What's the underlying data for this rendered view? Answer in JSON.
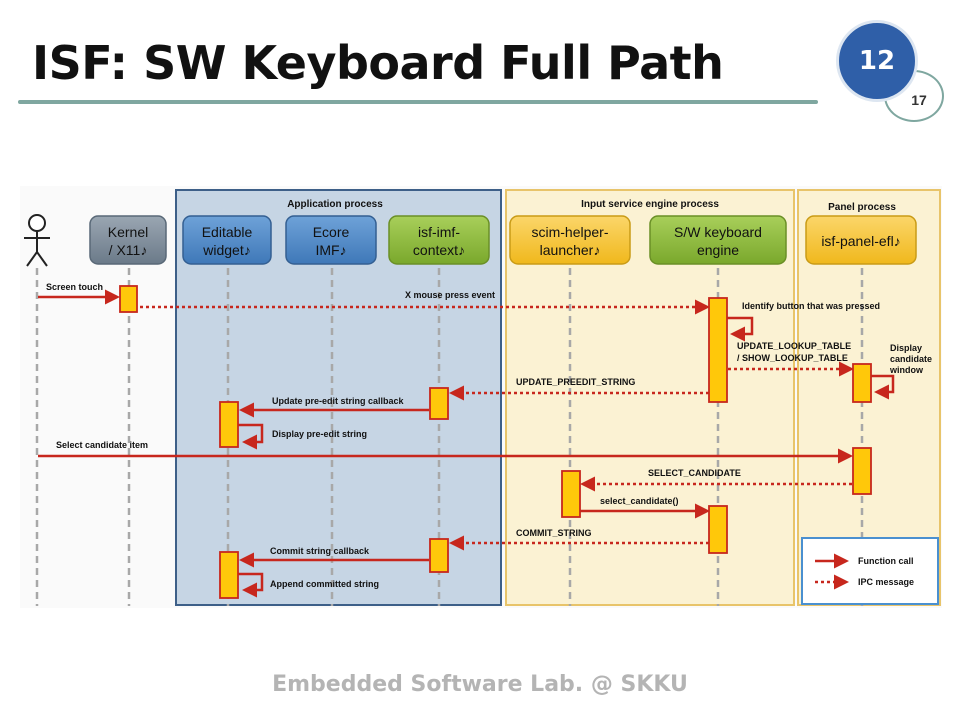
{
  "slide": {
    "title": "ISF: SW Keyboard Full Path",
    "page_number": "12",
    "total_pages": "17",
    "footer": "Embedded Software Lab. @ SKKU"
  },
  "diagram": {
    "groups": {
      "application": "Application process",
      "input_service": "Input service engine process",
      "panel": "Panel process"
    },
    "participants": {
      "kernel": {
        "line1": "Kernel",
        "line2": "/ X11♪"
      },
      "editable": {
        "line1": "Editable",
        "line2": "widget♪"
      },
      "ecore": {
        "line1": "Ecore",
        "line2": "IMF♪"
      },
      "isfimf": {
        "line1": "isf-imf-",
        "line2": "context♪"
      },
      "scim": {
        "line1": "scim-helper-",
        "line2": "launcher♪"
      },
      "swkbd": {
        "line1": "S/W keyboard",
        "line2": "engine"
      },
      "panel": {
        "line1": "isf-panel-efl♪"
      }
    },
    "messages": {
      "screen_touch": "Screen touch",
      "x_mouse": "X mouse press event",
      "identify": "Identify button that was pressed",
      "update_lookup": "UPDATE_LOOKUP_TABLE",
      "show_lookup": "/ SHOW_LOOKUP_TABLE",
      "display_candidate_1": "Display",
      "display_candidate_2": "candidate",
      "display_candidate_3": "window",
      "update_preedit": "UPDATE_PREEDIT_STRING",
      "update_preedit_cb": "Update pre-edit string callback",
      "display_preedit": "Display pre-edit string",
      "select_candidate_item": "Select candidate item",
      "select_candidate_ipc": "SELECT_CANDIDATE",
      "select_candidate_fn": "select_candidate()",
      "commit_string": "COMMIT_STRING",
      "commit_cb": "Commit string callback",
      "append_committed": "Append committed string"
    },
    "legend": {
      "function_call": "Function call",
      "ipc_message": "IPC message"
    },
    "colors": {
      "arrow": "#c7271d",
      "activation_fill": "#ffc80a",
      "application_bg": "#c6d5e4",
      "input_service_bg": "#fbf2d3",
      "panel_bg": "#fbf2d3",
      "kernel_box": "#7b8a99",
      "app_box": "#4d87c7",
      "isf_box": "#8dbb3a",
      "service_box": "#f7c744"
    }
  }
}
